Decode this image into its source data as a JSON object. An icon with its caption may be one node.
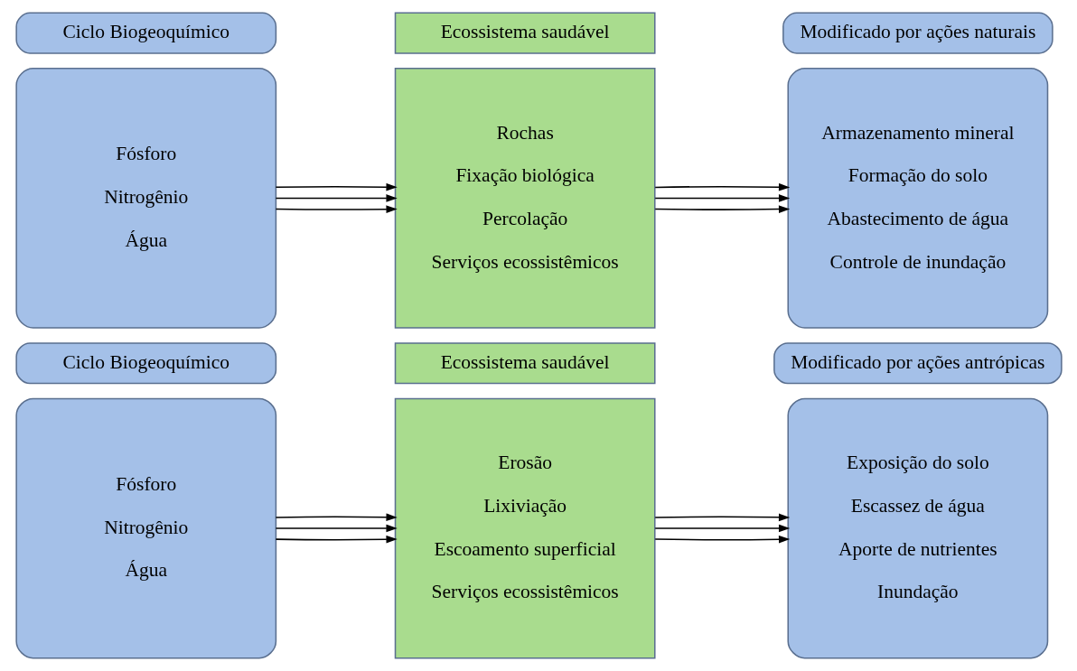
{
  "diagram": {
    "nodes": [
      {
        "text": [
          "Ciclo Biogeoquímico"
        ]
      },
      {
        "text": [
          "Ecossistema saudável"
        ]
      },
      {
        "text": [
          "Modificado por ações naturais"
        ]
      },
      {
        "text": [
          "Fósforo",
          "Nitrogênio",
          "Água"
        ]
      },
      {
        "text": [
          "Rochas",
          "Fixação biológica",
          "Percolação",
          "Serviços ecossistêmicos"
        ]
      },
      {
        "text": [
          "Armazenamento mineral",
          "Formação do solo",
          "Abastecimento de água",
          "Controle de inundação"
        ]
      },
      {
        "text": [
          "Ciclo Biogeoquímico"
        ]
      },
      {
        "text": [
          "Ecossistema saudável"
        ]
      },
      {
        "text": [
          "Modificado por ações antrópicas"
        ]
      },
      {
        "text": [
          "Fósforo",
          "Nitrogênio",
          "Água"
        ]
      },
      {
        "text": [
          "Erosão",
          "Lixiviação",
          "Escoamento superficial",
          "Serviços ecossistêmicos"
        ]
      },
      {
        "text": [
          "Exposição do solo",
          "Escassez de água",
          "Aporte de nutrientes",
          "Inundação"
        ]
      }
    ],
    "edges": [
      {
        "from": 3,
        "to": 4,
        "arrow": "to"
      },
      {
        "from": 3,
        "to": 4,
        "arrow": "to"
      },
      {
        "from": 3,
        "to": 4,
        "arrow": "to"
      },
      {
        "from": 4,
        "to": 5,
        "arrow": "to"
      },
      {
        "from": 4,
        "to": 5,
        "arrow": "to"
      },
      {
        "from": 4,
        "to": 5,
        "arrow": "to"
      },
      {
        "from": 9,
        "to": 10,
        "arrow": "to"
      },
      {
        "from": 9,
        "to": 10,
        "arrow": "to"
      },
      {
        "from": 9,
        "to": 10,
        "arrow": "to"
      },
      {
        "from": 10,
        "to": 11,
        "arrow": "to"
      },
      {
        "from": 10,
        "to": 11,
        "arrow": "to"
      },
      {
        "from": 10,
        "to": 11,
        "arrow": "to"
      }
    ]
  }
}
